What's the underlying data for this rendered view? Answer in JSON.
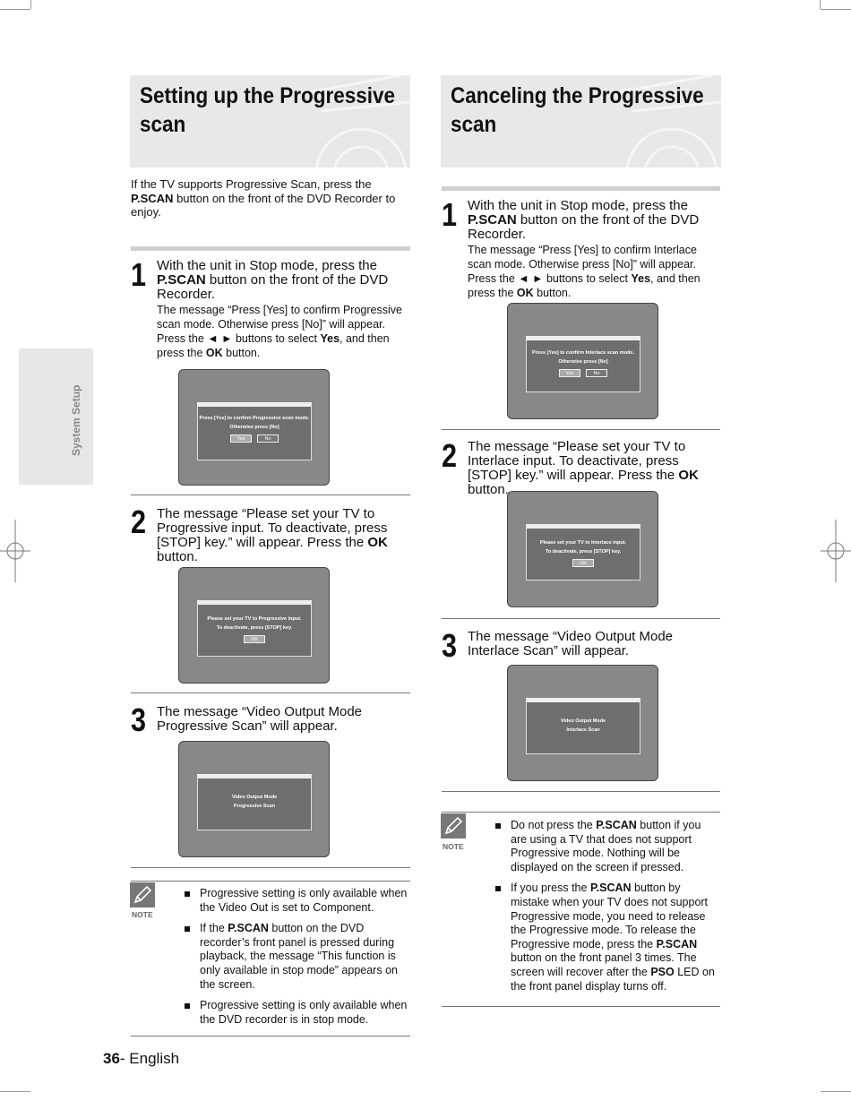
{
  "side_tab": {
    "label": "System Setup"
  },
  "left": {
    "title": "Setting up the Progressive scan",
    "intro_pre": "If the TV supports Progressive Scan, press the ",
    "intro_bold": "P.SCAN",
    "intro_post": " button on the front of the DVD Recorder to enjoy.",
    "step1": {
      "num": "1",
      "main_pre": "With the unit in Stop mode, press the ",
      "main_bold": "P.SCAN",
      "main_post": " button on the front of the DVD Recorder.",
      "sub_pre": "The message “Press [Yes] to confirm Progressive scan mode. Otherwise press [No]” will appear. Press the ◄ ► buttons to select ",
      "sub_bold1": "Yes",
      "sub_mid": ", and then press the ",
      "sub_bold2": "OK",
      "sub_post": " button.",
      "screen": {
        "line1": "Press [Yes] to confirm Progressive scan mode.",
        "line2": "Otherwise press [No]",
        "yes": "Yes",
        "no": "No"
      }
    },
    "step2": {
      "num": "2",
      "main_pre": "The message “Please set your TV to Progressive input. To deactivate, press [STOP] key.” will appear. Press the ",
      "main_bold": "OK",
      "main_post": " button.",
      "screen": {
        "line1": "Please set your TV to Progressive input.",
        "line2": "To deactivate, press [STOP] key.",
        "ok": "OK"
      }
    },
    "step3": {
      "num": "3",
      "main": "The message “Video Output Mode Progressive Scan” will appear.",
      "screen": {
        "line1": "Video Output Mode",
        "line2": "Progressive Scan"
      }
    },
    "note": {
      "label": "NOTE",
      "item1": "Progressive setting is only available when the Video Out is set to Component.",
      "item2_pre": "If the ",
      "item2_bold": "P.SCAN",
      "item2_post": " button on the DVD recorder’s front panel is pressed during playback, the message “This function is only available in stop mode” appears on the screen.",
      "item3": "Progressive setting is only available when the DVD recorder is in stop mode."
    }
  },
  "right": {
    "title": "Canceling the Progressive scan",
    "step1": {
      "num": "1",
      "main_pre": "With the unit in Stop mode, press the ",
      "main_bold": "P.SCAN",
      "main_post": " button on the front of the DVD Recorder.",
      "sub_pre": "The message “Press [Yes] to confirm Interlace scan mode. Otherwise press [No]” will appear. Press the ◄ ► buttons to select ",
      "sub_bold1": "Yes",
      "sub_mid": ", and then press the ",
      "sub_bold2": "OK",
      "sub_post": " button.",
      "screen": {
        "line1": "Press [Yes] to confirm Interlace scan mode.",
        "line2": "Otherwise press [No]",
        "yes": "Yes",
        "no": "No"
      }
    },
    "step2": {
      "num": "2",
      "main_pre": "The message “Please set your TV to Interlace input. To deactivate, press [STOP] key.” will appear. Press the ",
      "main_bold": "OK",
      "main_post": " button.",
      "screen": {
        "line1": "Please set your TV to Interlace input.",
        "line2": "To deactivate, press [STOP] key.",
        "ok": "OK"
      }
    },
    "step3": {
      "num": "3",
      "main": "The message “Video Output Mode Interlace Scan” will appear.",
      "screen": {
        "line1": "Video Output Mode",
        "line2": "Interlace Scan"
      }
    },
    "note": {
      "label": "NOTE",
      "item1_pre": "Do not press the ",
      "item1_bold": "P.SCAN",
      "item1_post": " button if you are using a TV that does not support Progressive mode. Nothing will be displayed on the screen if pressed.",
      "item2_pre": "If you press the ",
      "item2_bold": "P.SCAN",
      "item2_mid": " button by mistake when your TV does not support Progressive mode, you need to release the Progressive mode. To release the Progressive mode, press the ",
      "item2_bold2": "P.SCAN",
      "item2_mid2": " button on the front panel 3 times. The screen will recover after the ",
      "item2_bold3": "PSO",
      "item2_post": " LED on the front panel display turns off."
    }
  },
  "footer": {
    "page_num": "36",
    "lang": "- English"
  }
}
